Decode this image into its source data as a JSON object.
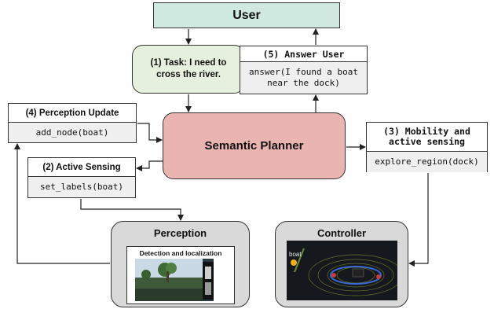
{
  "user": {
    "label": "User"
  },
  "task": {
    "text": "(1) Task: I need to cross the river."
  },
  "answer_user": {
    "title": "(5) Answer User",
    "code": "answer(I found a boat near the dock)"
  },
  "perception_update": {
    "title": "(4) Perception Update",
    "code": "add_node(boat)"
  },
  "active_sensing": {
    "title": "(2) Active Sensing",
    "code": "set_labels(boat)"
  },
  "mobility": {
    "title_line1": "(3) Mobility and",
    "title_line2": "active sensing",
    "code": "explore_region(dock)"
  },
  "planner": {
    "label": "Semantic Planner"
  },
  "perception": {
    "title": "Perception",
    "caption": "Detection and localization"
  },
  "controller": {
    "title": "Controller",
    "boat_label": "boat"
  },
  "colors": {
    "user": "#cfe8e0",
    "task": "#e6f0df",
    "planner": "#eab5b0",
    "panel": "#d9d9d9",
    "code_bg": "#efefef"
  }
}
